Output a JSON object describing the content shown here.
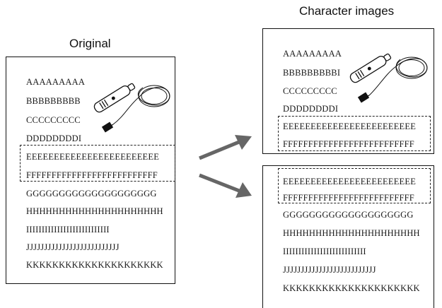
{
  "titles": {
    "original": "Original",
    "character_images": "Character images"
  },
  "original_lines": [
    "AAAAAAAAA",
    "BBBBBBBBB",
    "CCCCCCCCC",
    "DDDDDDDDI",
    "EEEEEEEEEEEEEEEEEEEEEEEE",
    "FFFFFFFFFFFFFFFFFFFFFFFFFF",
    "GGGGGGGGGGGGGGGGGGGG",
    "HHHHHHHHHHHHHHHHHHHHH",
    "IIIIIIIIIIIIIIIIIIIIIIIIIII",
    "JJJJJJJJJJJJJJJJJJJJJJJJJJ",
    "KKKKKKKKKKKKKKKKKKKKK"
  ],
  "char_image_top_lines": [
    "AAAAAAAAA",
    "BBBBBBBBBI",
    "CCCCCCCCC",
    "DDDDDDDDI",
    "EEEEEEEEEEEEEEEEEEEEEEEE",
    "FFFFFFFFFFFFFFFFFFFFFFFFFF"
  ],
  "char_image_bottom_lines": [
    "EEEEEEEEEEEEEEEEEEEEEEEE",
    "FFFFFFFFFFFFFFFFFFFFFFFFFF",
    "GGGGGGGGGGGGGGGGGGGG",
    "HHHHHHHHHHHHHHHHHHHHH",
    "IIIIIIIIIIIIIIIIIIIIIIIIIII",
    "JJJJJJJJJJJJJJJJJJJJJJJJJJ",
    "KKKKKKKKKKKKKKKKKKKKK"
  ],
  "colors": {
    "arrow": "#666666",
    "border": "#111111",
    "text": "#1a1a1a"
  },
  "icons": [
    "handheld-scanner-icon",
    "arrow-right-icon"
  ]
}
